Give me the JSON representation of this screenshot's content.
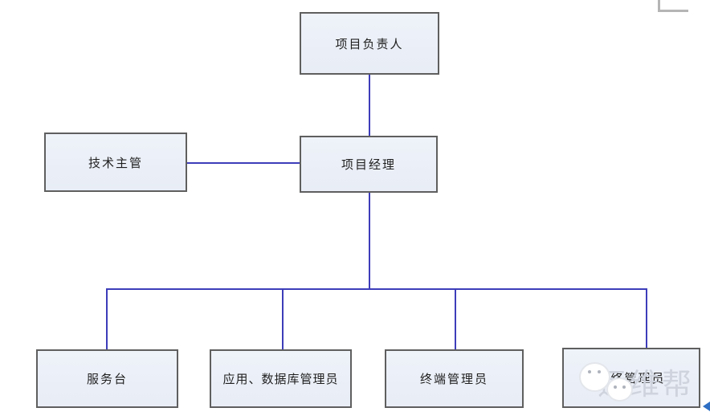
{
  "diagram": {
    "type": "org-chart",
    "nodes": [
      {
        "id": "project-leader",
        "label": "项目负责人"
      },
      {
        "id": "tech-supervisor",
        "label": "技术主管"
      },
      {
        "id": "project-manager",
        "label": "项目经理"
      },
      {
        "id": "service-desk",
        "label": "服务台"
      },
      {
        "id": "app-db-admin",
        "label": "应用、数据库管理员"
      },
      {
        "id": "terminal-admin",
        "label": "终端管理员"
      },
      {
        "id": "network-admin",
        "label": "网络管理员"
      }
    ],
    "edges": [
      {
        "from": "project-leader",
        "to": "project-manager"
      },
      {
        "from": "tech-supervisor",
        "to": "project-manager"
      },
      {
        "from": "project-manager",
        "to": "service-desk"
      },
      {
        "from": "project-manager",
        "to": "app-db-admin"
      },
      {
        "from": "project-manager",
        "to": "terminal-admin"
      },
      {
        "from": "project-manager",
        "to": "network-admin"
      }
    ],
    "colors": {
      "box_fill": "#eaeff7",
      "box_border": "#5f5f5f",
      "connector": "#3d3dba",
      "watermark_text": "#ced3dd",
      "corner_mark": "#b5b5b5",
      "edge_arrow": "#2e6fc4"
    },
    "watermark": {
      "text": "运维帮",
      "icon": "wechat-bubbles-icon"
    }
  }
}
